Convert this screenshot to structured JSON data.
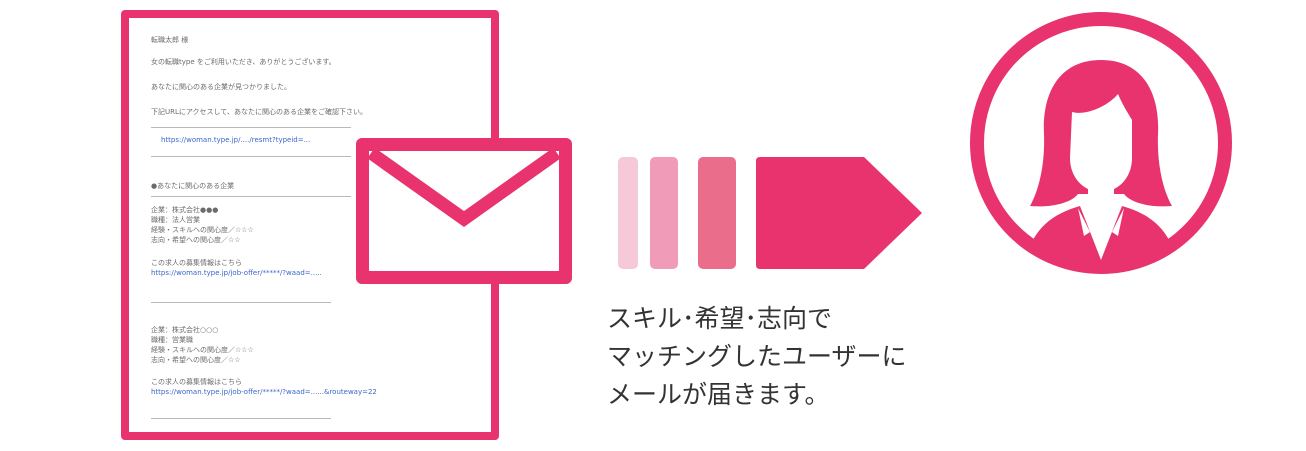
{
  "colors": {
    "accent": "#e8336f",
    "arrow_bar_1": "#f6c9d9",
    "arrow_bar_2": "#f09cb8",
    "arrow_bar_3": "#ea6e8c"
  },
  "email": {
    "greeting": "転職太郎 様",
    "line1": "女の転職type をご利用いただき、ありがとうございます。",
    "line2": "あなたに関心のある企業が見つかりました。",
    "line3": "下記URLにアクセスして、あなたに関心のある企業をご確認下さい。",
    "link_main": "https://woman.type.jp/..../resmt?typeid=...",
    "section_title": "●あなたに関心のある企業",
    "company1": {
      "name": "企業：株式会社●●●",
      "job": "職種：法人営業",
      "skill": "経験・スキルへの関心度／☆☆☆",
      "hope": "志向・希望への関心度／☆☆",
      "more": "この求人の募集情報はこちら",
      "link": "https://woman.type.jp/job-offer/*****/?waad=....."
    },
    "company2": {
      "name": "企業：株式会社○○○",
      "job": "職種：営業職",
      "skill": "経験・スキルへの関心度／☆☆☆",
      "hope": "志向・希望への関心度／☆☆",
      "more": "この求人の募集情報はこちら",
      "link": "https://woman.type.jp/job-offer/*****/?waad=......&routeway=22"
    }
  },
  "icons": {
    "envelope": "envelope-icon",
    "arrow": "arrow-right-icon",
    "person": "person-icon"
  },
  "caption": {
    "line1": "スキル･希望･志向で",
    "line2": "マッチングしたユーザーに",
    "line3": "メールが届きます。"
  }
}
